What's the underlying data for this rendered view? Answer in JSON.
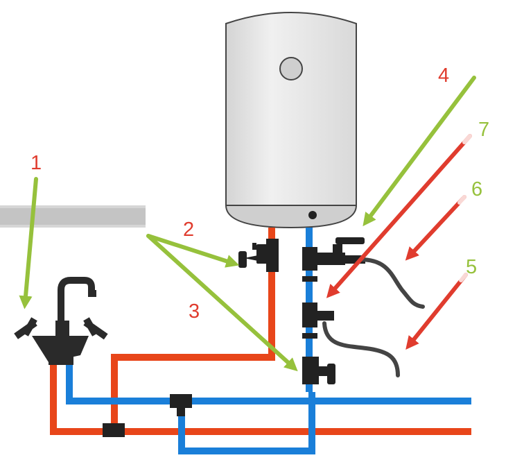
{
  "labels": {
    "n1": "1",
    "n2": "2",
    "n3": "3",
    "n4": "4",
    "n5": "5",
    "n6": "6",
    "n7": "7"
  },
  "colors": {
    "hot_pipe": "#e8461a",
    "cold_pipe": "#1a7fd9",
    "fitting": "#222222",
    "heater_body": "#e4e4e4",
    "heater_outline": "#444444",
    "heater_base": "#cfcfcf",
    "hose": "#444444",
    "green_arrow": "#96c13c",
    "red_arrow": "#e03c2e",
    "red_number": "#e03c2e",
    "green_number": "#96c13c"
  },
  "icons": {
    "heater": "water-heater-tank-icon",
    "mixer": "mixer-faucet-icon",
    "valve": "shut-off-valve-icon",
    "tee": "tee-fitting-icon"
  }
}
